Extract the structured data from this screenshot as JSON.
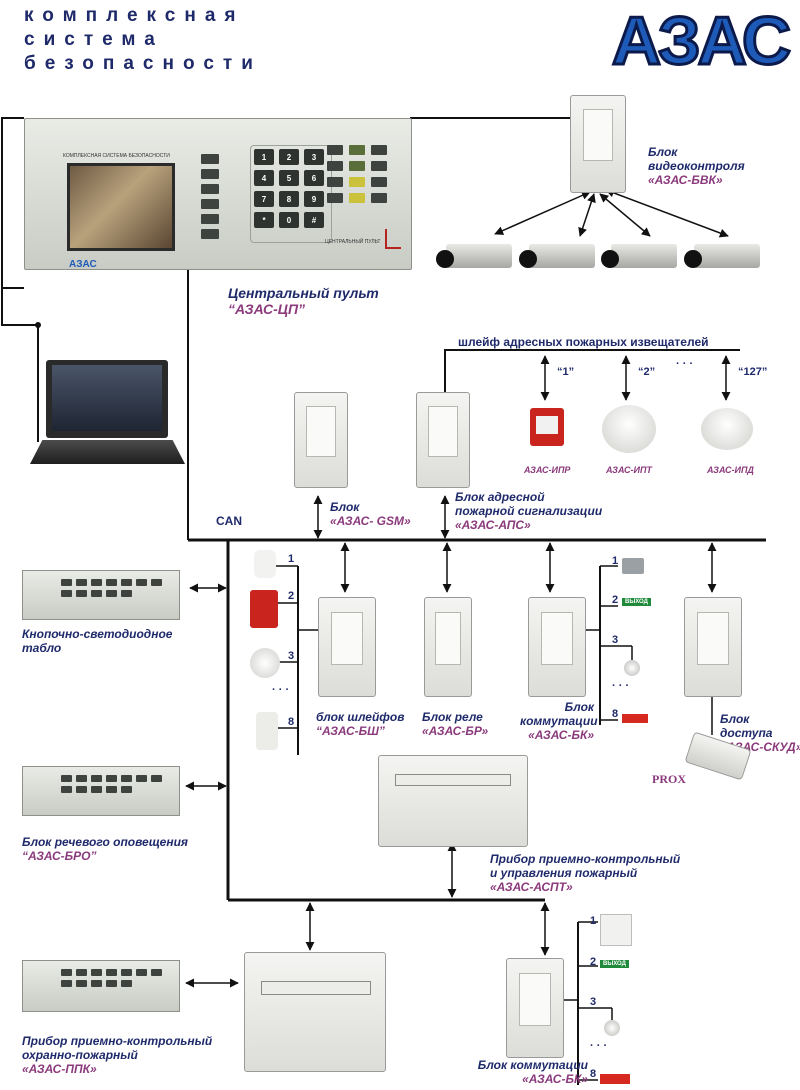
{
  "header": {
    "tagline_lines": [
      "комплексная",
      "система",
      "безопасности"
    ],
    "logo_text": "АЗАС"
  },
  "central_console": {
    "caption_line1": "Центральный пульт",
    "caption_line2": "“АЗАС-ЦП”",
    "device_brand": "АЗАС",
    "device_header": "КОМПЛЕКСНАЯ СИСТЕМА БЕЗОПАСНОСТИ",
    "device_footer": "ЦЕНТРАЛЬНЫЙ ПУЛЬТ",
    "keypad": [
      "1",
      "2",
      "3",
      "4",
      "5",
      "6",
      "7",
      "8",
      "9",
      "*",
      "0",
      "#"
    ]
  },
  "video_block": {
    "caption_line1": "Блок",
    "caption_line2": "видеоконтроля",
    "caption_line3": "«АЗАС-БВК»"
  },
  "fire_loop": {
    "title": "шлейф адресных пожарных извещателей",
    "num1": "“1”",
    "num2": "“2”",
    "dots": "· · ·",
    "num3": "“127”",
    "dev1": "АЗАС-ИПР",
    "dev2": "АЗАС-ИПТ",
    "dev3": "АЗАС-ИПД"
  },
  "gsm_block": {
    "caption_line1": "Блок",
    "caption_line2": "«АЗАС- GSM»"
  },
  "aps_block": {
    "caption_line1": "Блок адресной",
    "caption_line2": "пожарной сигнализации",
    "caption_line3": "«АЗАС-АПС»"
  },
  "bus": {
    "label": "CAN"
  },
  "led_panel": {
    "caption_line1": "Кнопочно-светодиодное",
    "caption_line2": "табло"
  },
  "voice_block": {
    "caption_line1": "Блок речевого оповещения",
    "caption_line2": "“АЗАС-БРО”"
  },
  "ppk_block": {
    "caption_line1": "Прибор приемно-контрольный",
    "caption_line2": "охранно-пожарный",
    "caption_line3": "«АЗАС-ППК»"
  },
  "loop_block": {
    "caption_line1": "блок шлейфов",
    "caption_line2": "“АЗАС-БШ”",
    "n1": "1",
    "n2": "2",
    "n3": "3",
    "dots": "· · ·",
    "n8": "8"
  },
  "relay_block": {
    "caption_line1": "Блок реле",
    "caption_line2": "«АЗАС-БР»"
  },
  "switch_block": {
    "caption_line1": "Блок",
    "caption_line2": "коммутации",
    "caption_line3": "«АЗАС-БК»",
    "n1": "1",
    "n2": "2",
    "n3": "3",
    "dots": "· · ·",
    "n8": "8",
    "exit_sign": "ВЫХОД"
  },
  "access_block": {
    "caption_line1": "Блок",
    "caption_line2": "доступа",
    "caption_line3": "«АЗАС-СКУД»",
    "prox": "PROX"
  },
  "aspt_block": {
    "caption_line1": "Прибор приемно-контрольный",
    "caption_line2": "и управления пожарный",
    "caption_line3": "«АЗАС-АСПТ»"
  },
  "switch_block_2": {
    "caption_line1": "Блок коммутации",
    "caption_line2": "«АЗАС-БК»",
    "n1": "1",
    "n2": "2",
    "n3": "3",
    "dots": "· · ·",
    "n8": "8",
    "exit_sign": "ВЫХОД"
  },
  "colors": {
    "navy": "#1f2a6b",
    "purple": "#8b3a7c",
    "logo_blue": "#1e5bb8"
  }
}
